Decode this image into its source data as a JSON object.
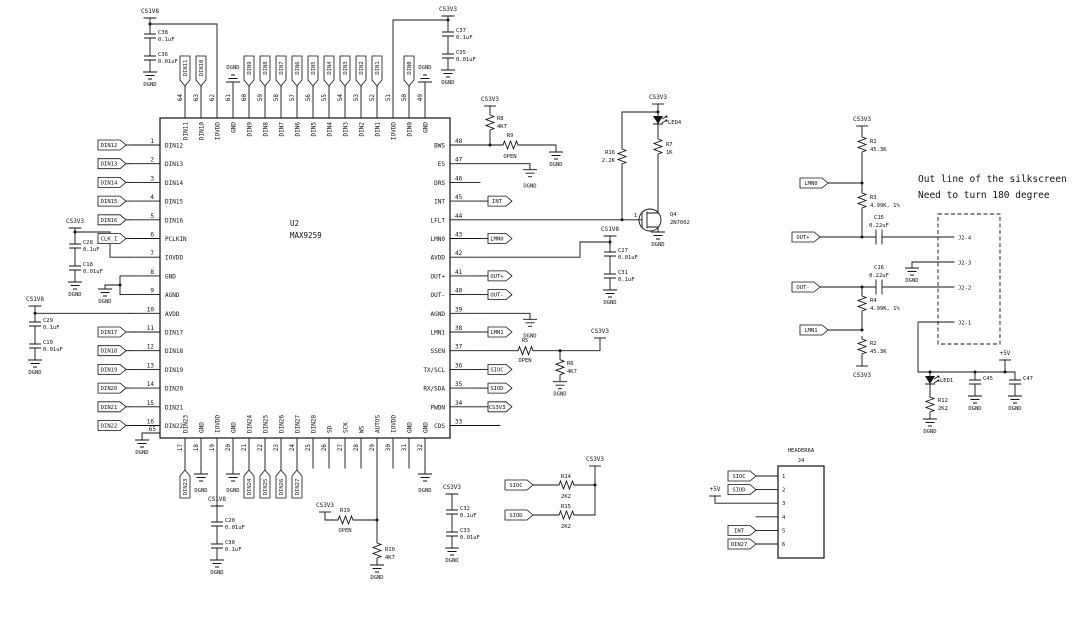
{
  "note": {
    "line1": "Out line of the silkscreen",
    "line2": "Need to turn 180 degree"
  },
  "nets": {
    "cs3v3": "CS3V3",
    "cs1v8": "CS1V8",
    "dgnd": "DGND",
    "p5v": "+5V"
  },
  "ic": {
    "ref": "U2",
    "part": "MAX9259",
    "pad_pin": {
      "num": "65"
    },
    "left_pins": [
      {
        "num": "1",
        "name": "DIN12",
        "ext": "DIN12",
        "ext_type": "tag"
      },
      {
        "num": "2",
        "name": "DIN13",
        "ext": "DIN13",
        "ext_type": "tag"
      },
      {
        "num": "3",
        "name": "DIN14",
        "ext": "DIN14",
        "ext_type": "tag"
      },
      {
        "num": "4",
        "name": "DIN15",
        "ext": "DIN15",
        "ext_type": "tag"
      },
      {
        "num": "5",
        "name": "DIN16",
        "ext": "DIN16",
        "ext_type": "tag"
      },
      {
        "num": "6",
        "name": "PCLKIN",
        "ext": "CLK_I",
        "ext_type": "tag"
      },
      {
        "num": "7",
        "name": "IOVDD",
        "ext": "",
        "ext_type": "none"
      },
      {
        "num": "8",
        "name": "GND",
        "ext": "",
        "ext_type": "none"
      },
      {
        "num": "9",
        "name": "AGND",
        "ext": "",
        "ext_type": "none"
      },
      {
        "num": "10",
        "name": "AVDD",
        "ext": "",
        "ext_type": "none"
      },
      {
        "num": "11",
        "name": "DIN17",
        "ext": "DIN17",
        "ext_type": "tag"
      },
      {
        "num": "12",
        "name": "DIN18",
        "ext": "DIN18",
        "ext_type": "tag"
      },
      {
        "num": "13",
        "name": "DIN19",
        "ext": "DIN19",
        "ext_type": "tag"
      },
      {
        "num": "14",
        "name": "DIN20",
        "ext": "DIN20",
        "ext_type": "tag"
      },
      {
        "num": "15",
        "name": "DIN21",
        "ext": "DIN21",
        "ext_type": "tag"
      },
      {
        "num": "16",
        "name": "DIN22",
        "ext": "DIN22",
        "ext_type": "tag"
      }
    ],
    "top_pins": [
      {
        "num": "64",
        "name": "DIN11",
        "ext": "DIN11",
        "ext_type": "tag"
      },
      {
        "num": "63",
        "name": "DIN10",
        "ext": "DIN10",
        "ext_type": "tag"
      },
      {
        "num": "62",
        "name": "IOVDD",
        "ext": "",
        "ext_type": "none"
      },
      {
        "num": "61",
        "name": "GND",
        "ext": "DGND",
        "ext_type": "gnd"
      },
      {
        "num": "60",
        "name": "DIN9",
        "ext": "DIN9",
        "ext_type": "tag"
      },
      {
        "num": "59",
        "name": "DIN8",
        "ext": "DIN8",
        "ext_type": "tag"
      },
      {
        "num": "58",
        "name": "DIN7",
        "ext": "DIN7",
        "ext_type": "tag"
      },
      {
        "num": "57",
        "name": "DIN6",
        "ext": "DIN6",
        "ext_type": "tag"
      },
      {
        "num": "56",
        "name": "DIN5",
        "ext": "DIN5",
        "ext_type": "tag"
      },
      {
        "num": "55",
        "name": "DIN4",
        "ext": "DIN4",
        "ext_type": "tag"
      },
      {
        "num": "54",
        "name": "DIN3",
        "ext": "DIN3",
        "ext_type": "tag"
      },
      {
        "num": "53",
        "name": "DIN2",
        "ext": "DIN2",
        "ext_type": "tag"
      },
      {
        "num": "52",
        "name": "DIN1",
        "ext": "DIN1",
        "ext_type": "tag"
      },
      {
        "num": "51",
        "name": "IOVDD",
        "ext": "",
        "ext_type": "none"
      },
      {
        "num": "50",
        "name": "DIN0",
        "ext": "DIN0",
        "ext_type": "tag"
      },
      {
        "num": "49",
        "name": "GND",
        "ext": "DGND",
        "ext_type": "gnd"
      }
    ],
    "right_pins": [
      {
        "num": "48",
        "name": "BWS",
        "ext": "",
        "ext_type": "none"
      },
      {
        "num": "47",
        "name": "ES",
        "ext": "DGND",
        "ext_type": "gnd"
      },
      {
        "num": "46",
        "name": "DRS",
        "ext": "",
        "ext_type": "none"
      },
      {
        "num": "45",
        "name": "INT",
        "ext": "INT",
        "ext_type": "tag"
      },
      {
        "num": "44",
        "name": "LFLT",
        "ext": "",
        "ext_type": "none"
      },
      {
        "num": "43",
        "name": "LMN0",
        "ext": "LMN0",
        "ext_type": "tag"
      },
      {
        "num": "42",
        "name": "AVDD",
        "ext": "",
        "ext_type": "none"
      },
      {
        "num": "41",
        "name": "OUT+",
        "ext": "OUT+",
        "ext_type": "tag"
      },
      {
        "num": "40",
        "name": "OUT-",
        "ext": "OUT-",
        "ext_type": "tag"
      },
      {
        "num": "39",
        "name": "AGND",
        "ext": "DGND",
        "ext_type": "gnd"
      },
      {
        "num": "38",
        "name": "LMN1",
        "ext": "LMN1",
        "ext_type": "tag"
      },
      {
        "num": "37",
        "name": "SSEN",
        "ext": "",
        "ext_type": "none"
      },
      {
        "num": "36",
        "name": "TX/SCL",
        "ext": "SIOC",
        "ext_type": "tag"
      },
      {
        "num": "35",
        "name": "RX/SDA",
        "ext": "SIOD",
        "ext_type": "tag"
      },
      {
        "num": "34",
        "name": "PWDN",
        "ext": "CS3V3",
        "ext_type": "tag"
      },
      {
        "num": "33",
        "name": "CDS",
        "ext": "",
        "ext_type": "none"
      }
    ],
    "bottom_pins": [
      {
        "num": "17",
        "name": "DIN23",
        "ext": "DIN23",
        "ext_type": "tag"
      },
      {
        "num": "18",
        "name": "GND",
        "ext": "DGND",
        "ext_type": "gnd"
      },
      {
        "num": "19",
        "name": "IOVDD",
        "ext": "",
        "ext_type": "none"
      },
      {
        "num": "20",
        "name": "GND",
        "ext": "DGND",
        "ext_type": "gnd"
      },
      {
        "num": "21",
        "name": "DIN24",
        "ext": "DIN24",
        "ext_type": "tag"
      },
      {
        "num": "22",
        "name": "DIN25",
        "ext": "DIN25",
        "ext_type": "tag"
      },
      {
        "num": "23",
        "name": "DIN26",
        "ext": "DIN26",
        "ext_type": "tag"
      },
      {
        "num": "24",
        "name": "DIN27",
        "ext": "DIN27",
        "ext_type": "tag"
      },
      {
        "num": "25",
        "name": "DIN28",
        "ext": "",
        "ext_type": "none"
      },
      {
        "num": "26",
        "name": "SD",
        "ext": "",
        "ext_type": "none"
      },
      {
        "num": "27",
        "name": "SCK",
        "ext": "",
        "ext_type": "none"
      },
      {
        "num": "28",
        "name": "WS",
        "ext": "",
        "ext_type": "none"
      },
      {
        "num": "29",
        "name": "AUTOS",
        "ext": "",
        "ext_type": "none"
      },
      {
        "num": "30",
        "name": "IOVDD",
        "ext": "",
        "ext_type": "none"
      },
      {
        "num": "31",
        "name": "GND",
        "ext": "",
        "ext_type": "none"
      },
      {
        "num": "32",
        "name": "GND",
        "ext": "DGND",
        "ext_type": "gnd"
      }
    ]
  },
  "decoupling": {
    "left_a": {
      "c1_ref": "C28",
      "c1_val": "0.1uF",
      "c2_ref": "C18",
      "c2_val": "0.01uF"
    },
    "left_b": {
      "c1_ref": "C29",
      "c1_val": "0.1uF",
      "c2_ref": "C19",
      "c2_val": "0.01uF"
    },
    "top_a": {
      "c1_ref": "C38",
      "c1_val": "0.1uF",
      "c2_ref": "C36",
      "c2_val": "0.01uF"
    },
    "top_b": {
      "c1_ref": "C37",
      "c1_val": "0.1uF",
      "c2_ref": "C35",
      "c2_val": "0.01uF"
    },
    "right_a": {
      "c1_ref": "C27",
      "c1_val": "0.01uF",
      "c2_ref": "C31",
      "c2_val": "0.1uF"
    },
    "bottom_a": {
      "c1_ref": "C20",
      "c1_val": "0.01uF",
      "c2_ref": "C30",
      "c2_val": "0.1uF"
    },
    "bottom_b": {
      "c1_ref": "C32",
      "c1_val": "0.1uF",
      "c2_ref": "C33",
      "c2_val": "0.01uF"
    }
  },
  "bws_circuit": {
    "r8_ref": "R8",
    "r8_val": "4K7",
    "r9_ref": "R9",
    "r9_val": "OPEN"
  },
  "lflt_circuit": {
    "q_ref": "Q4",
    "q_part": "2N7002",
    "r16_ref": "R16",
    "r16_val": "2.2K",
    "r7_ref": "R7",
    "r7_val": "1K",
    "led_ref": "LED4",
    "gate_pin": "1"
  },
  "ssen_circuit": {
    "r5_ref": "R5",
    "r5_val": "OPEN",
    "r6_ref": "R6",
    "r6_val": "4K7"
  },
  "autos_circuit": {
    "r19_ref": "R19",
    "r19_val": "OPEN",
    "r10_ref": "R10",
    "r10_val": "4K7"
  },
  "i2c_pullups": {
    "sioc": "SIOC",
    "siod": "SIOD",
    "r14_ref": "R14",
    "r14_val": "2K2",
    "r15_ref": "R15",
    "r15_val": "2K2"
  },
  "header": {
    "ref": "J4",
    "part": "HEADER6A",
    "pin_nums": [
      "1",
      "2",
      "3",
      "4",
      "5",
      "6"
    ],
    "nets": [
      "SIOC",
      "SIOD",
      "+5V",
      "",
      "INT",
      "DIN27"
    ]
  },
  "line_network": {
    "r1_ref": "R1",
    "r1_val": "45.3K",
    "r3_ref": "R3",
    "r3_val": "4.99K, 1%",
    "r4_ref": "R4",
    "r4_val": "4.99K, 1%",
    "r2_ref": "R2",
    "r2_val": "45.3K",
    "c15_ref": "C15",
    "c15_val": "0.22uF",
    "c16_ref": "C16",
    "c16_val": "0.22uF",
    "lmn0": "LMN0",
    "lmn1": "LMN1",
    "outp": "OUT+",
    "outn": "OUT-",
    "j2_pins": [
      "J2-4",
      "J2-3",
      "J2-2",
      "J2-1"
    ]
  },
  "power_indicator": {
    "led_ref": "LED1",
    "r12_ref": "R12",
    "r12_val": "2K2",
    "c45_ref": "C45",
    "c47_ref": "C47"
  }
}
